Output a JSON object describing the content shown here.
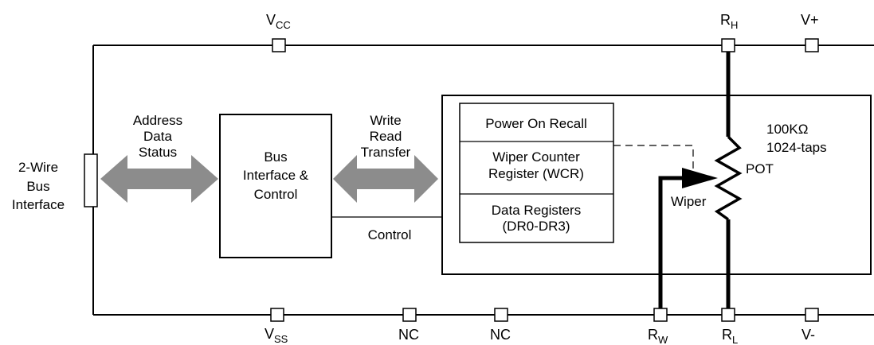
{
  "pins_top": {
    "vcc": {
      "main": "V",
      "sub": "CC"
    },
    "rh": {
      "main": "R",
      "sub": "H"
    },
    "vplus": {
      "main": "V+"
    }
  },
  "pins_bottom": {
    "vss": {
      "main": "V",
      "sub": "SS"
    },
    "nc1": {
      "main": "NC"
    },
    "nc2": {
      "main": "NC"
    },
    "rw": {
      "main": "R",
      "sub": "W"
    },
    "rl": {
      "main": "R",
      "sub": "L"
    },
    "vminus": {
      "main": "V-"
    }
  },
  "bus_port": {
    "line1": "2-Wire",
    "line2": "Bus",
    "line3": "Interface"
  },
  "left_arrow": {
    "line1": "Address",
    "line2": "Data",
    "line3": "Status"
  },
  "bus_block": {
    "line1": "Bus",
    "line2": "Interface &",
    "line3": "Control"
  },
  "mid_arrow": {
    "line1": "Write",
    "line2": "Read",
    "line3": "Transfer"
  },
  "control_label": "Control",
  "registers": {
    "power": "Power On Recall",
    "wcr1": "Wiper Counter",
    "wcr2": "Register (WCR)",
    "dr1": "Data Registers",
    "dr2": "(DR0-DR3)"
  },
  "pot": {
    "spec1": "100KΩ",
    "spec2": "1024-taps",
    "name": "POT",
    "wiper": "Wiper"
  }
}
